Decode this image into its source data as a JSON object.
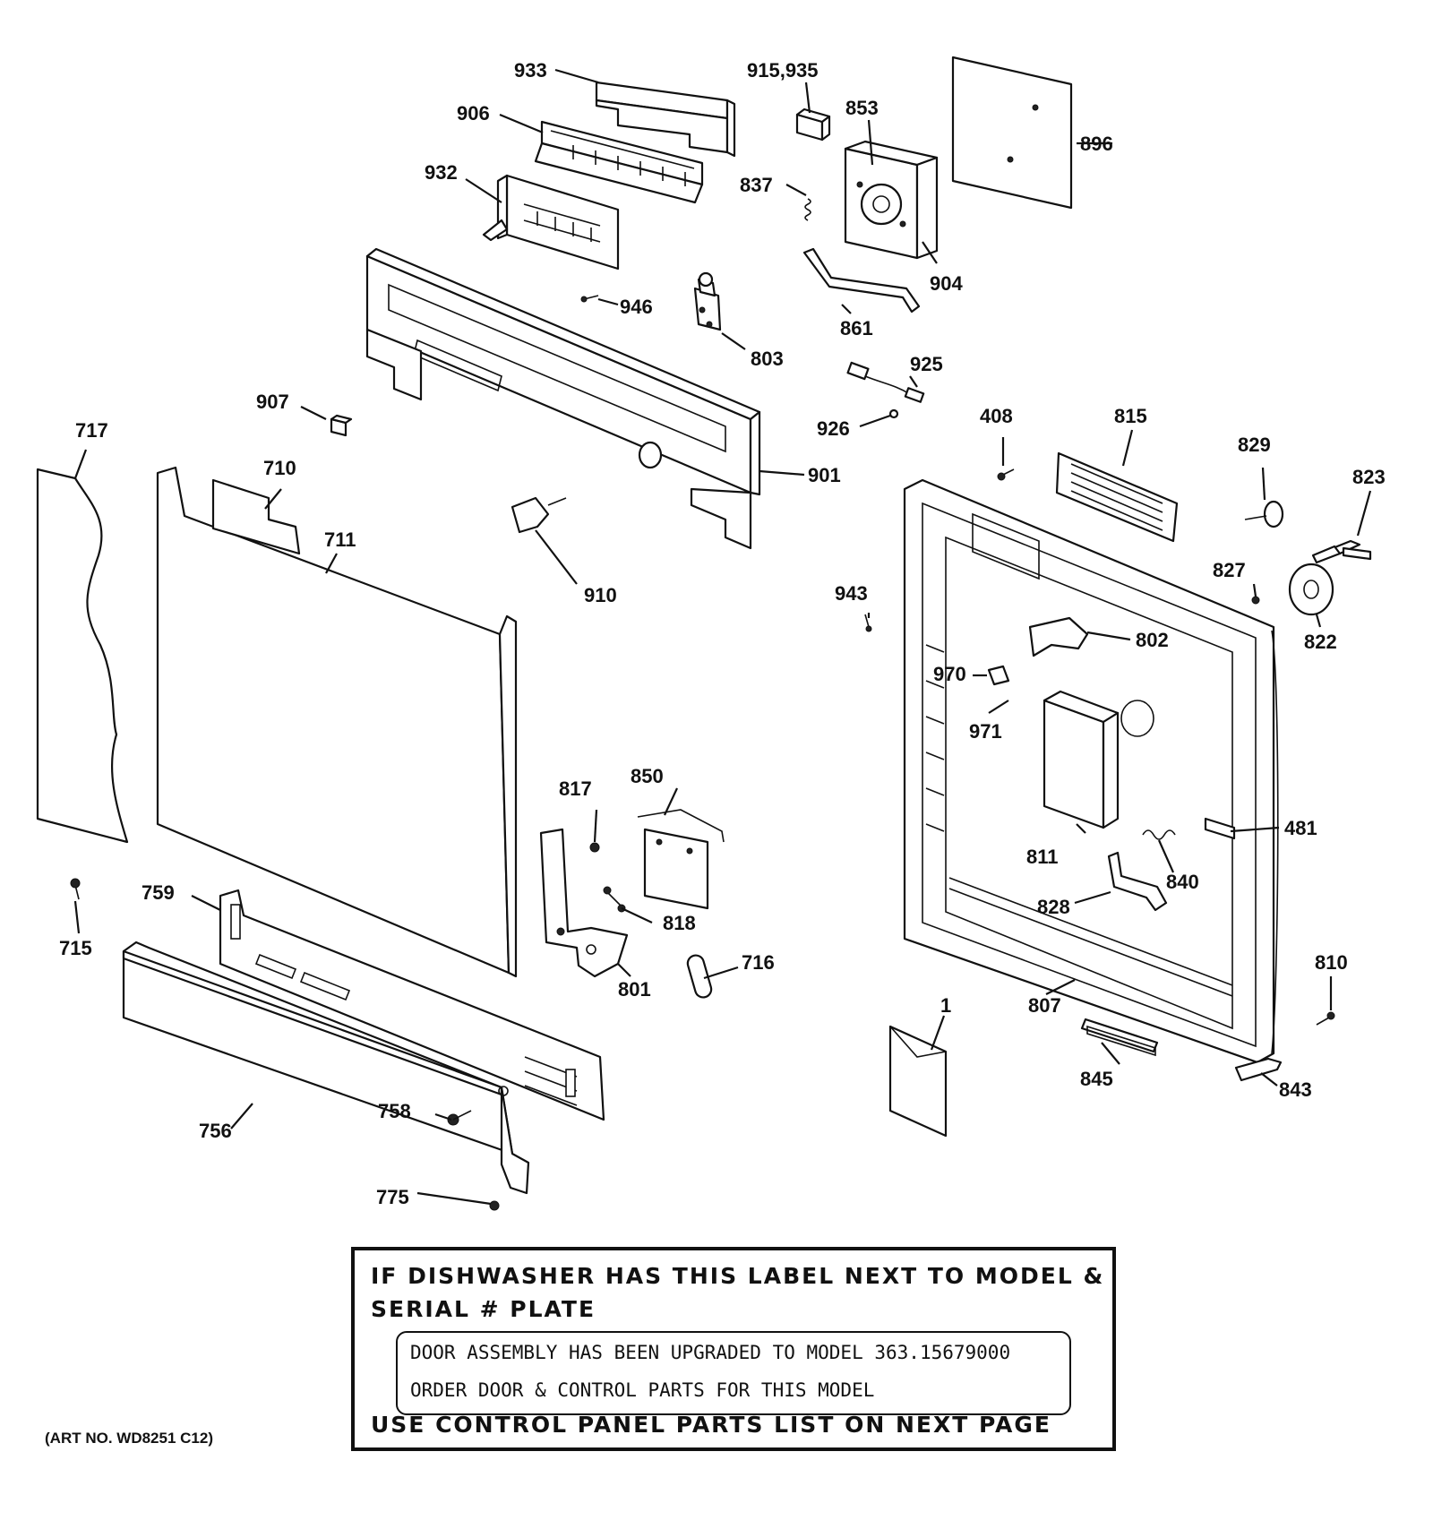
{
  "diagram": {
    "part_numbers": [
      "933",
      "915,935",
      "853",
      "896",
      "906",
      "932",
      "837",
      "904",
      "946",
      "861",
      "803",
      "925",
      "907",
      "926",
      "717",
      "710",
      "711",
      "901",
      "408",
      "815",
      "829",
      "823",
      "910",
      "943",
      "827",
      "802",
      "822",
      "970",
      "971",
      "817",
      "850",
      "481",
      "811",
      "840",
      "828",
      "759",
      "818",
      "715",
      "716",
      "801",
      "810",
      "807",
      "1",
      "845",
      "843",
      "758",
      "756",
      "775"
    ],
    "art_number": "(ART NO. WD8251 C12)"
  },
  "notice": {
    "heading": "IF DISHWASHER HAS THIS LABEL NEXT TO MODEL & SERIAL # PLATE",
    "line1": "DOOR ASSEMBLY  HAS BEEN UPGRADED  TO MODEL 363.15679000",
    "line2": "ORDER DOOR &  CONTROL PARTS  FOR THIS  MODEL",
    "footer": "USE CONTROL PANEL PARTS LIST ON NEXT PAGE"
  }
}
